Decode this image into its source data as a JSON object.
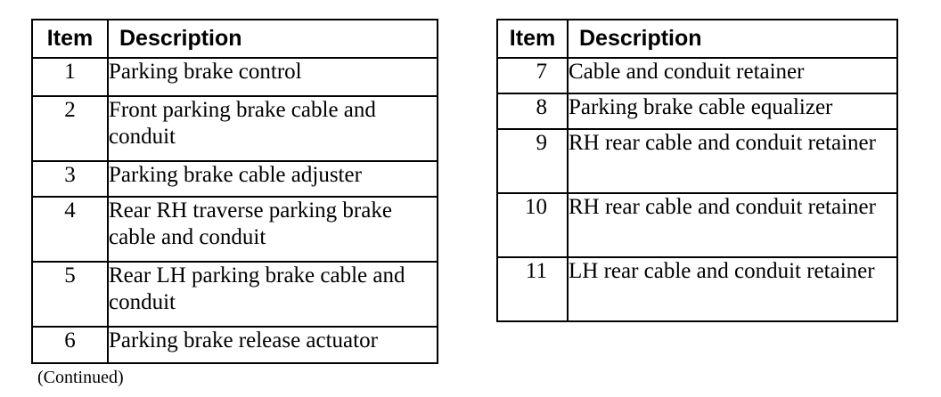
{
  "left_table": {
    "headers": {
      "item": "Item",
      "description": "Description"
    },
    "rows": [
      {
        "item": "1",
        "description": "Parking brake control"
      },
      {
        "item": "2",
        "description": "Front parking brake cable and conduit"
      },
      {
        "item": "3",
        "description": "Parking brake cable adjuster"
      },
      {
        "item": "4",
        "description": "Rear RH traverse parking brake cable and conduit"
      },
      {
        "item": "5",
        "description": "Rear LH parking brake cable and conduit"
      },
      {
        "item": "6",
        "description": "Parking brake release actuator"
      }
    ]
  },
  "right_table": {
    "headers": {
      "item": "Item",
      "description": "Description"
    },
    "rows": [
      {
        "item": "7",
        "description": "Cable and conduit retainer"
      },
      {
        "item": "8",
        "description": "Parking brake cable equalizer"
      },
      {
        "item": "9",
        "description": "RH rear cable and conduit retainer"
      },
      {
        "item": "10",
        "description": "RH rear cable and conduit retainer"
      },
      {
        "item": "11",
        "description": "LH rear cable and conduit retainer"
      }
    ]
  },
  "footer": {
    "continued": "(Continued)"
  }
}
